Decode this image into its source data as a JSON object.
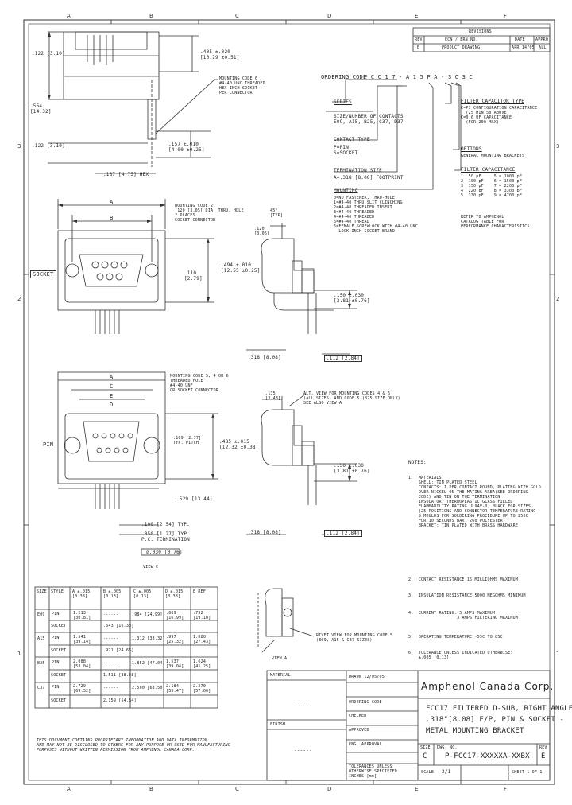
{
  "zones": {
    "top": [
      "A",
      "B",
      "C",
      "D",
      "E",
      "F"
    ],
    "bottom": [
      "A",
      "B",
      "C",
      "D",
      "E",
      "F"
    ],
    "left": [
      "3",
      "2",
      "1"
    ],
    "right": [
      "3",
      "2",
      "1"
    ]
  },
  "revision": {
    "header": "REVISIONS",
    "cols": [
      "REV",
      "ECN / ERN NO.",
      "DATE",
      "APPRO"
    ],
    "row": [
      "E",
      "PRODUCT DRAWING",
      "APR 14/05",
      "ALL"
    ]
  },
  "ordering": {
    "code_label": "ORDERING CODE",
    "code_value": "F C C 1 7 - A 1 5 P A - 3 C 3 C",
    "series_title": "SERIES",
    "series_desc": "SIZE/NUMBER OF CONTACTS\nE09, A15, B25, C37, D37",
    "contact_title": "CONTACT TYPE",
    "contact_desc": "P=PIN\nS=SOCKET",
    "term_title": "TERMINATION SIZE",
    "term_desc": "A=.318 [8.08] FOOTPRINT",
    "mount_title": "MOUNTING",
    "mount_desc": "0=NO FASTENER, THRU-HOLE\n1=#4-40 THRU SLIT CLINCHING\n2=#4-40 THREADED INSERT\n3=#4-40 THREADED\n4=#4-40 THREADED\n5=#4-40 THREAD\n6=FEMALE SCREWLOCK WITH #4-40 UNC\n  LOCK INCH SOCKET BRAND",
    "filter_title": "FILTER CAPACITOR TYPE",
    "filter_desc": "C=PI CONFIGURATION CAPACITANCE\n  (25 MIN 50 ABOVE)\nC=0.6 UF CAPACITANCE\n  (FOR 200 MAX)",
    "options_title": "OPTIONS",
    "options_desc": "GENERAL MOUNTING BRACKETS",
    "cap_title": "FILTER CAPACITANCE",
    "cap_values": "1  50 pF     5 = 1000 pF\n2  100 pF    6 = 1500 pF\n3  150 pF    7 = 2200 pF\n4  220 pF    8 = 3300 pF\n5  330 pF    9 = 4700 pF",
    "cap_note": "REFER TO AMPHENOL\nCATALOG TABLE FOR\nPERFORMANCE CHARACTERISTICS"
  },
  "dims": {
    "d_top_ht": ".122 [3.10]",
    "d_top_w": ".405 ±.020\n[10.29 ±0.51]",
    "d_left1": ".564\n[14.32]",
    "d_left2": ".122 [3.10]",
    "d_pin": ".157 ±.010\n[4.00 ±0.25]",
    "d_hex": ".187 [4.75] HEX",
    "mounting_note": "MOUNTING CODE 6\n#4-40 UNC THREADED\nHEX INCH SOCKET\nPER CONNECTOR",
    "mount2_note": "MOUNTING CODE 2\n.120 [3.05] DIA. THRU. HOLE\n2 PLACES\nSOCKET CONNECTOR",
    "socket_label": "SOCKET",
    "pin_label": "PIN",
    "d_a": "A",
    "d_b": "B",
    "d_c": "C",
    "d_e": "E",
    "d_d": "D",
    "d_h1": ".494 ±.010\n[12.55 ±0.25]",
    "d_h2": ".485 ±.015\n[12.32 ±0.38]",
    "d_h3": ".110\n[2.79]",
    "mount3_note": "MOUNTING CODE 5, 4 OR 6\nTHREADED HOLE\n#4-40 UNF\nOR SOCKET CONNECTOR",
    "pitch_note": ".109 [2.77]\nTYP. PITCH",
    "d_529": ".529 [13.44]",
    "d_026": ".100 [2.54] TYP.",
    "d_pc": ".050 [1.27] TYP.\nP.C. TERMINATION",
    "d_tol": "∅.030 [0.76]",
    "view_c": "VIEW C",
    "side1_ang": "45°\n[TYP]",
    "side1_d1": ".150 ±.030\n[3.81 ±0.76]",
    "side1_d2": ".318 [8.08]",
    "side1_d3": ".112 [2.84]",
    "side1_d4": ".120\n[3.05]",
    "side2_note": "ALT. VIEW FOR MOUNTING CODES 4 & 6\n(ALL SIZES) AND CODE 5 (B25 SIZE ONLY)\nSEE ALSO VIEW A",
    "side2_d1": ".135\n[3.43]",
    "side2_d2": ".150 ±.030\n[3.81 ±0.76]",
    "side2_d3": ".318 [8.08]",
    "side2_d4": ".112 [2.84]",
    "view_a_note": "RIVET VIEW FOR MOUNTING CODE 5\n(E09, A15 & C37 SIZES)",
    "view_a": "VIEW A"
  },
  "size_table": {
    "headers": [
      "SIZE",
      "STYLE",
      "A ±.015\n[0.38]",
      "B ±.005\n[0.13]",
      "C ±.005\n[0.13]",
      "D ±.015\n[0.38]",
      "E REF"
    ],
    "rows": [
      [
        "E09",
        "PIN",
        "1.213\n[30.81]",
        "------",
        ".984 [24.99]",
        ".669\n[16.99]",
        ".752\n[19.10]"
      ],
      [
        "",
        "SOCKET",
        "",
        ".643 [16.33]",
        "",
        "",
        ""
      ],
      [
        "A15",
        "PIN",
        "1.541\n[39.14]",
        "------",
        "1.312 [33.32]",
        ".997\n[25.32]",
        "1.080\n[27.43]"
      ],
      [
        "",
        "SOCKET",
        "",
        ".971 [24.66]",
        "",
        "",
        ""
      ],
      [
        "B25",
        "PIN",
        "2.088\n[53.04]",
        "------",
        "1.852 [47.04]",
        "1.537\n[39.04]",
        "1.624\n[41.25]"
      ],
      [
        "",
        "SOCKET",
        "",
        "1.511 [38.38]",
        "",
        "",
        ""
      ],
      [
        "C37",
        "PIN",
        "2.729\n[69.32]",
        "------",
        "2.500 [63.50]",
        "2.184\n[55.47]",
        "2.270\n[57.66]"
      ],
      [
        "",
        "SOCKET",
        "",
        "2.159 [54.84]",
        "",
        "",
        ""
      ]
    ]
  },
  "notes": {
    "title": "NOTES:",
    "items": [
      "1.  MATERIALS:\n    SHELL: TIN PLATED STEEL\n    CONTACTS: 1 PER CONTACT ROUND, PLATING WITH GOLD\n    OVER NICKEL ON THE MATING AREA(SEE ORDERING\n    CODE) AND TIN ON THE TERMINATION\n    INSULATOR: THERMOPLASTIC GLASS FILLED\n    FLAMMABILITY RATING UL94V-0, BLACK FOR SIZES\n    (25 POSITIONS AND CONNECTOR TEMPERATURE RATING\n    S MOULDS FOR SOLDERING PROCEDURE UP TO 250C\n    FOR 10 SECONDS MAX. 260 POLYESTER\n    BRACKET: TIN PLATED WITH BRASS HARDWARE",
      "2.  CONTACT RESISTANCE 15 MILLIOHMS MAXIMUM",
      "3.  INSULATION RESISTANCE 5000 MEGOHMS MINIMUM",
      "4.  CURRENT RATING: 5 AMPS MAXIMUM\n                   3 AMPS FILTERING MAXIMUM",
      "5.  OPERATING TEMPERATURE -55C TO 85C",
      "6.  TOLERANCE UNLESS INDICATED OTHERWISE:\n    ±.005 [0.13]"
    ]
  },
  "title_block": {
    "materials_hdr": "MATERIAL",
    "finish_hdr": "FINISH",
    "dashes1": "------",
    "dashes2": "------",
    "drawn": "DRAWN  12/05/05",
    "checked": "CHECKED",
    "approved": "APPROVED",
    "eng_appr": "ENG. APPROVAL",
    "ordering_hdr": "ORDERING CODE",
    "company": "Amphenol  Canada  Corp.",
    "title_line1": "FCC17 FILTERED D-SUB, RIGHT ANGLE",
    "title_line2": ".318\"[8.08] F/P, PIN & SOCKET -",
    "title_line3": "METAL MOUNTING BRACKET",
    "size_lbl": "SIZE",
    "dwg_lbl": "DWG. NO.",
    "rev_lbl": "REV",
    "size_val": "C",
    "dwg_val": "P-FCC17-XXXXXA-XXBX",
    "rev_val": "E",
    "scale_lbl": "SCALE",
    "scale_val": "2/1",
    "sheet_lbl": "SHEET 1 OF 1",
    "tol_text": "TOLERANCES UNLESS\nOTHERWISE SPECIFIED\nINCHES [mm]",
    "conf_text": "THIS DOCUMENT CONTAINS PROPRIETARY INFORMATION AND DATA INFORMATION\nAND MAY NOT BE DISCLOSED TO OTHERS FOR ANY PURPOSE OR USED FOR MANUFACTURING\nPURPOSES WITHOUT WRITTEN PERMISSION FROM AMPHENOL CANADA CORP."
  }
}
